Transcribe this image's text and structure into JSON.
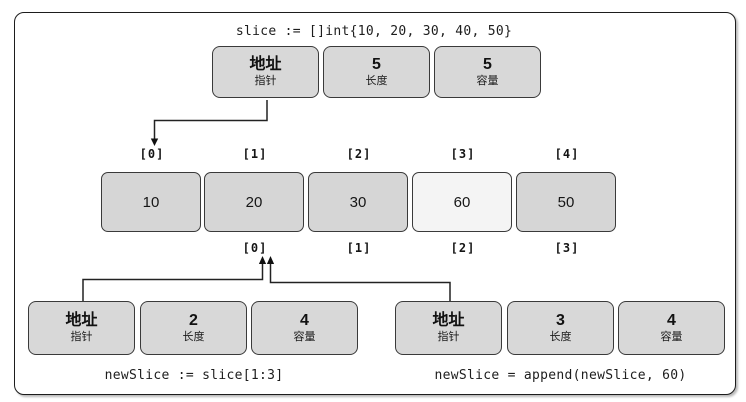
{
  "diagram": {
    "title_code": "slice := []int{10, 20, 30, 40, 50}",
    "slice_header": {
      "boxes": [
        {
          "main": "地址",
          "sub": "指针"
        },
        {
          "main": "5",
          "sub": "长度"
        },
        {
          "main": "5",
          "sub": "容量"
        }
      ]
    },
    "array": {
      "top_indices": [
        "[0]",
        "[1]",
        "[2]",
        "[3]",
        "[4]"
      ],
      "cells": [
        {
          "value": "10",
          "highlight": false
        },
        {
          "value": "20",
          "highlight": false
        },
        {
          "value": "30",
          "highlight": false
        },
        {
          "value": "60",
          "highlight": true
        },
        {
          "value": "50",
          "highlight": false
        }
      ],
      "bottom_indices": [
        "[0]",
        "[1]",
        "[2]",
        "[3]"
      ]
    },
    "new_slice_header": {
      "boxes": [
        {
          "main": "地址",
          "sub": "指针"
        },
        {
          "main": "2",
          "sub": "长度"
        },
        {
          "main": "4",
          "sub": "容量"
        }
      ],
      "caption": "newSlice := slice[1:3]"
    },
    "appended_slice_header": {
      "boxes": [
        {
          "main": "地址",
          "sub": "指针"
        },
        {
          "main": "3",
          "sub": "长度"
        },
        {
          "main": "4",
          "sub": "容量"
        }
      ],
      "caption": "newSlice = append(newSlice, 60)"
    },
    "colors": {
      "box_fill": "#d8d8d8",
      "box_fill_highlight": "#f4f4f4",
      "box_border": "#3a3a3a",
      "frame_border": "#1c1c1c",
      "arrow": "#222222",
      "background": "#ffffff"
    }
  }
}
